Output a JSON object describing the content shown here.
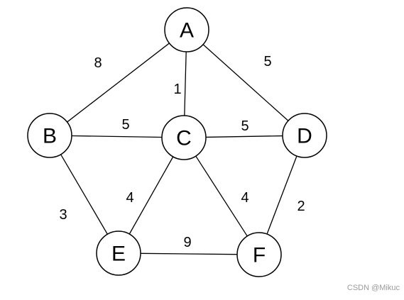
{
  "nodes": [
    {
      "id": "A",
      "label": "A"
    },
    {
      "id": "B",
      "label": "B"
    },
    {
      "id": "C",
      "label": "C"
    },
    {
      "id": "D",
      "label": "D"
    },
    {
      "id": "E",
      "label": "E"
    },
    {
      "id": "F",
      "label": "F"
    }
  ],
  "edges": [
    {
      "from": "A",
      "to": "B",
      "weight": "8"
    },
    {
      "from": "A",
      "to": "C",
      "weight": "1"
    },
    {
      "from": "A",
      "to": "D",
      "weight": "5"
    },
    {
      "from": "B",
      "to": "C",
      "weight": "5"
    },
    {
      "from": "C",
      "to": "D",
      "weight": "5"
    },
    {
      "from": "B",
      "to": "E",
      "weight": "3"
    },
    {
      "from": "C",
      "to": "E",
      "weight": "4"
    },
    {
      "from": "C",
      "to": "F",
      "weight": "4"
    },
    {
      "from": "D",
      "to": "F",
      "weight": "2"
    },
    {
      "from": "E",
      "to": "F",
      "weight": "9"
    }
  ],
  "watermark": "CSDN @Mikuc"
}
